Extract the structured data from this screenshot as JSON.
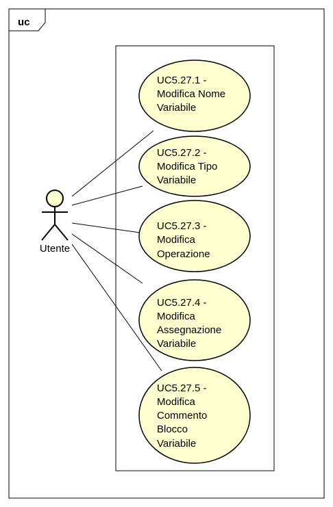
{
  "frame": {
    "label": "uc"
  },
  "actor": {
    "name": "Utente"
  },
  "use_cases": [
    {
      "id": "uc1",
      "lines": [
        "UC5.27.1 -",
        "Modifica Nome",
        "Variabile"
      ]
    },
    {
      "id": "uc2",
      "lines": [
        "UC5.27.2 -",
        "Modifica Tipo",
        "Variabile"
      ]
    },
    {
      "id": "uc3",
      "lines": [
        "UC5.27.3 -",
        "Modifica",
        "Operazione"
      ]
    },
    {
      "id": "uc4",
      "lines": [
        "UC5.27.4 -",
        "Modifica",
        "Assegnazione",
        "Variabile"
      ]
    },
    {
      "id": "uc5",
      "lines": [
        "UC5.27.5 -",
        "Modifica",
        "Commento",
        "Blocco",
        "Variabile"
      ]
    }
  ],
  "colors": {
    "use_case_fill": "#FEFECE",
    "stroke": "#000000",
    "background": "#FFFFFF"
  }
}
